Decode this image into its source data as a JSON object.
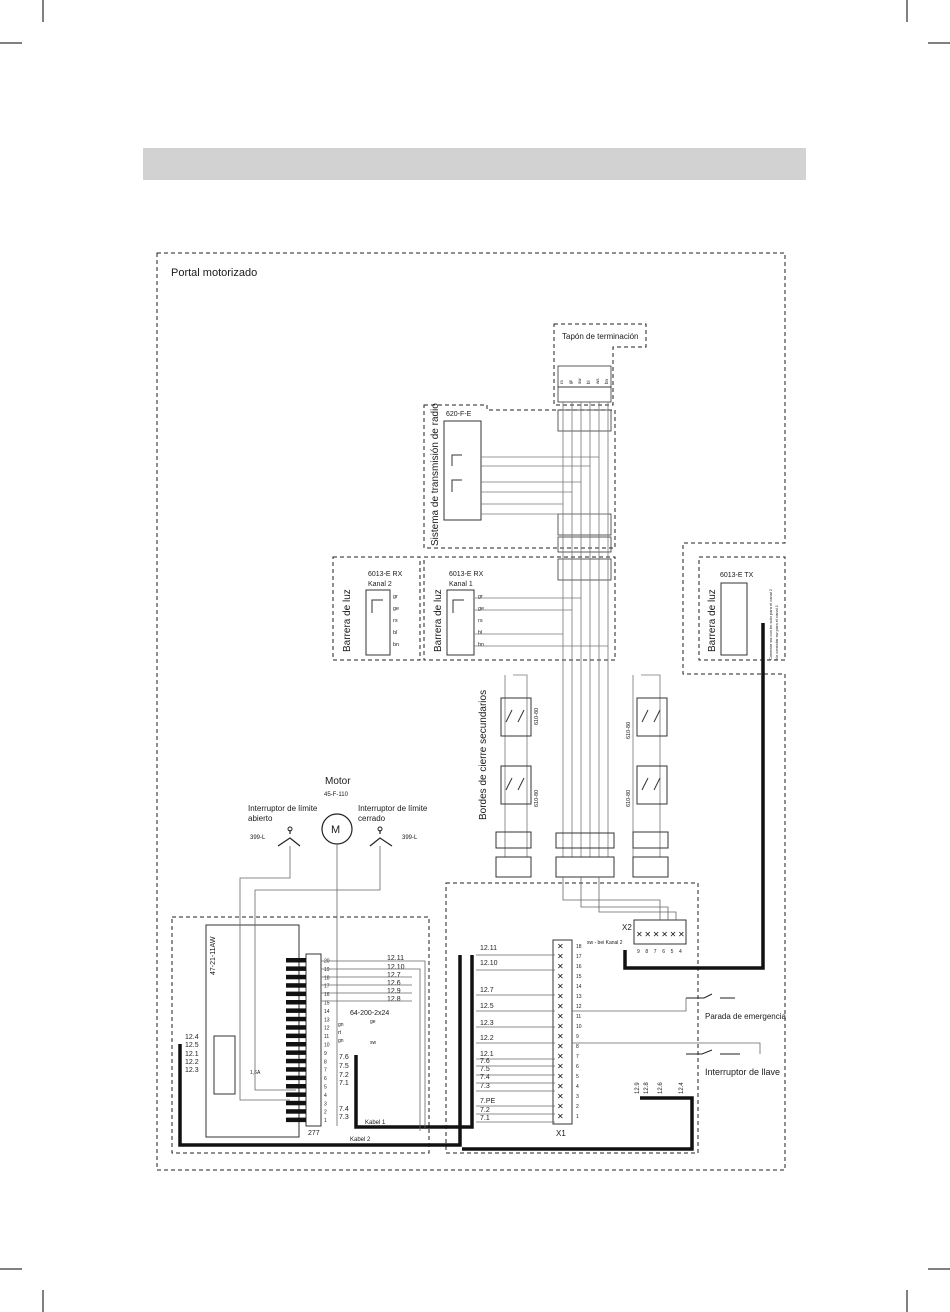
{
  "header": {
    "title": ""
  },
  "diagram": {
    "outer_title": "Portal motorizado",
    "termination_cap": "Tapón de terminación",
    "radio_system": {
      "label": "Sistema de transmisión de radio",
      "model": "620-F-E"
    },
    "light_barrier_rx2": {
      "label": "Barrera de luz",
      "model": "6013-E  RX",
      "channel": "Kanal 2"
    },
    "light_barrier_rx1": {
      "label": "Barrera de luz",
      "model": "6013-E  RX",
      "channel": "Kanal 1"
    },
    "light_barrier_tx": {
      "label": "Barrera de luz",
      "model": "6013-E  TX",
      "note_line1": "Conectar sw con bn solo para el canal 2",
      "note_line2": "No conectar sw para el canal 1"
    },
    "secondary_edges": {
      "label": "Bordes de cierre secundarios",
      "model": "610-80"
    },
    "motor": {
      "label": "Motor",
      "model": "45-F-110"
    },
    "limit_open": {
      "line1": "Interruptor de límite",
      "line2": "abierto",
      "model": "399-L"
    },
    "limit_closed": {
      "line1": "Interruptor de límite",
      "line2": "cerrado",
      "model": "399-L"
    },
    "controller": {
      "model": "47-21-11AW",
      "terminal": "277",
      "fuse": "1,6A",
      "transformer": "64-200-2x24"
    },
    "emergency_stop": "Parada de emergencia",
    "key_switch": "Interruptor de llave",
    "connector_x1": "X1",
    "connector_x2": "X2",
    "kabel_1": "Kabel 1",
    "kabel_2": "Kabel 2",
    "x2_note": "sw - bei Kanal 2",
    "wire_colors": [
      "rs",
      "gr",
      "sw",
      "bl",
      "ws",
      "bn"
    ],
    "rx_pins": [
      "gr",
      "ge",
      "rs",
      "bl",
      "bn"
    ],
    "ctrl_right_labels": [
      "12.11",
      "12.10",
      "12.7",
      "12.6",
      "12.9",
      "12.8"
    ],
    "ctrl_left_labels": [
      "12.4",
      "12.5",
      "12.1",
      "12.2",
      "12.3"
    ],
    "ctrl_pin_labels": [
      "20",
      "19",
      "18",
      "17",
      "16",
      "15",
      "14",
      "13",
      "12",
      "11",
      "10",
      "9",
      "8",
      "7",
      "6",
      "5",
      "4",
      "3",
      "2",
      "1"
    ],
    "ctrl_lower_labels": [
      "7.6",
      "7.5",
      "7.2",
      "7.1",
      "7.4",
      "7.3"
    ],
    "x1_left_labels": [
      "12.11",
      "12.10",
      "12.7",
      "12.5",
      "12.3",
      "12.2",
      "12.1",
      "7.6",
      "7.5",
      "7.4",
      "7.3",
      "7.PE",
      "7.2",
      "7.1"
    ],
    "x1_pins": [
      "18",
      "17",
      "16",
      "15",
      "14",
      "13",
      "12",
      "11",
      "10",
      "9",
      "8",
      "7",
      "6",
      "5",
      "4",
      "3",
      "2",
      "1"
    ],
    "x2_pins": [
      "9",
      "8",
      "7",
      "6",
      "5",
      "4"
    ],
    "x1_bottom_labels": [
      "12.9",
      "12.8",
      "12.6",
      "12.4"
    ],
    "transformer_taps": [
      "gn",
      "rt",
      "gn",
      "ge",
      "sw"
    ]
  }
}
